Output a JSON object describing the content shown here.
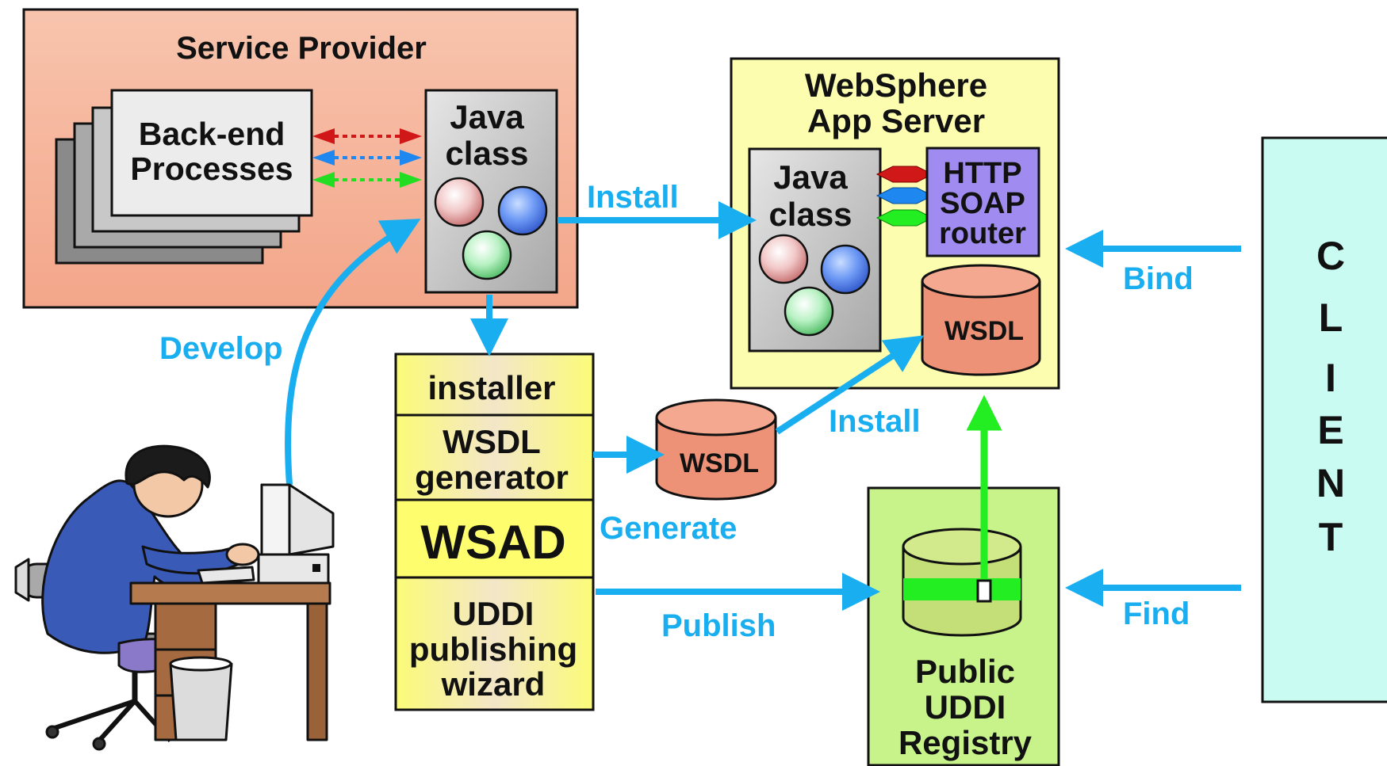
{
  "service_provider": {
    "title": "Service Provider",
    "backend": [
      "Back-end",
      "Processes"
    ],
    "java_class": [
      "Java",
      "class"
    ]
  },
  "websphere": {
    "title": [
      "WebSphere",
      "App Server"
    ],
    "java_class": [
      "Java",
      "class"
    ],
    "router": [
      "HTTP",
      "SOAP",
      "router"
    ],
    "wsdl": "WSDL"
  },
  "wsad": {
    "installer": "installer",
    "generator": [
      "WSDL",
      "generator"
    ],
    "title": "WSAD",
    "uddi_wizard": [
      "UDDI",
      "publishing",
      "wizard"
    ]
  },
  "wsdl_file": "WSDL",
  "registry": [
    "Public",
    "UDDI",
    "Registry"
  ],
  "client": [
    "C",
    "L",
    "I",
    "E",
    "N",
    "T"
  ],
  "actions": {
    "install_top": "Install",
    "install_wsdl": "Install",
    "develop": "Develop",
    "generate": "Generate",
    "publish": "Publish",
    "bind": "Bind",
    "find": "Find"
  },
  "colors": {
    "action": "#19aeef",
    "provider_bg": "#f6b9a0",
    "websphere_bg": "#fdfdb0",
    "wsad_bg": "#fdfd8a",
    "registry_bg": "#c8f28a",
    "client_bg": "#c9fbf3",
    "router_bg": "#a08cf0",
    "wsdl_cylinder": "#ee9277",
    "uddi_flow": "#22ee22",
    "red_arrow": "#d01818",
    "blue_arrow": "#1e88f0",
    "green_arrow": "#22ee22"
  }
}
